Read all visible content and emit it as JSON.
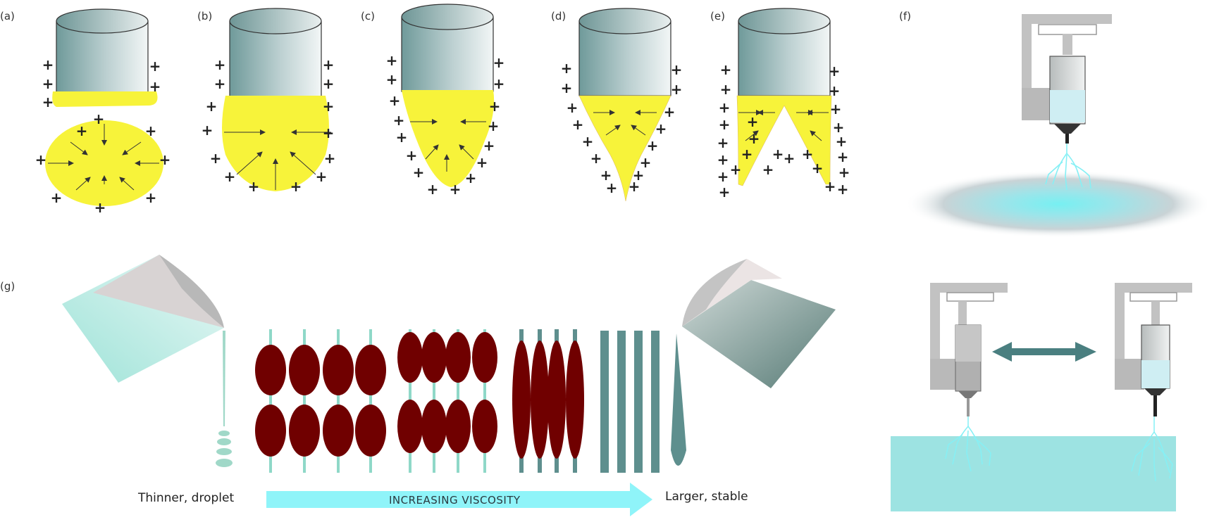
{
  "panels": {
    "a": "(a)",
    "b": "(b)",
    "c": "(c)",
    "d": "(d)",
    "e": "(e)",
    "f": "(f)",
    "g": "(g)"
  },
  "charge_symbol": "+",
  "viscosity": {
    "left_caption": "Thinner, droplet",
    "arrow_label": "INCREASING VISCOSITY",
    "right_caption": "Larger, stable"
  },
  "colors": {
    "solution_yellow": "#f7f33a",
    "fiber_cyan": "#8ef0f5",
    "collector_cyan": "#9de3e2",
    "dark_red_droplet": "#700000",
    "fiber_teal": "#5e8f8e",
    "arrow_teal": "#4a7f80",
    "viscosity_arrow": "#8ff4f9"
  }
}
